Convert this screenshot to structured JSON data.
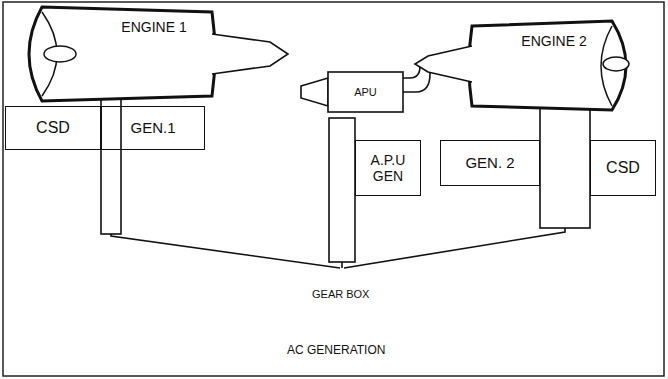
{
  "diagram": {
    "caption": "AC GENERATION",
    "nodes": [
      {
        "text": [
          "ENGINE 1"
        ]
      },
      {
        "text": [
          "CSD"
        ]
      },
      {
        "text": [
          "GEN.1"
        ]
      },
      {
        "text": [
          "APU"
        ]
      },
      {
        "text": [
          "A.P.U GEN"
        ]
      },
      {
        "text": [
          "ENGINE 2"
        ]
      },
      {
        "text": [
          "GEN. 2"
        ]
      },
      {
        "text": [
          "CSD"
        ]
      }
    ],
    "labels": [
      "GEAR BOX"
    ]
  }
}
